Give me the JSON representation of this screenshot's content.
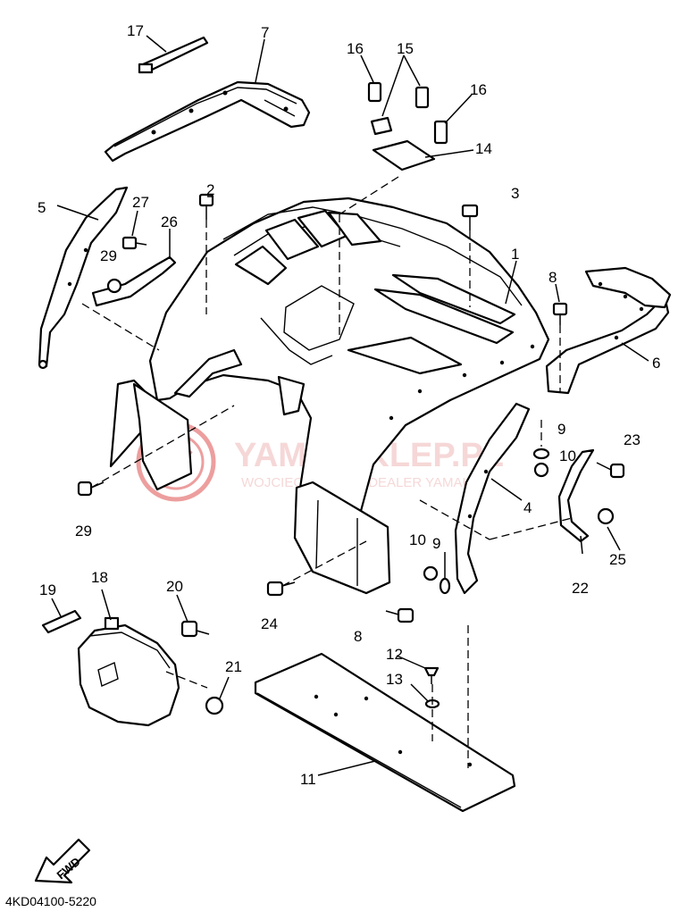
{
  "watermark": {
    "brand": "YAMA-SKLEP.PL",
    "subtitle": "WOJCIECHOWSKI | DEALER YAMAHA",
    "color": "#e05050"
  },
  "diagram_code": "4KD04100-5220",
  "direction_label": "FWD",
  "callouts": {
    "c1": "1",
    "c2": "2",
    "c3": "3",
    "c4": "4",
    "c5": "5",
    "c6": "6",
    "c7": "7",
    "c8a": "8",
    "c8b": "8",
    "c9a": "9",
    "c9b": "9",
    "c10a": "10",
    "c10b": "10",
    "c11": "11",
    "c12": "12",
    "c13": "13",
    "c14": "14",
    "c15": "15",
    "c16a": "16",
    "c16b": "16",
    "c17": "17",
    "c18": "18",
    "c19": "19",
    "c20": "20",
    "c21": "21",
    "c22": "22",
    "c23": "23",
    "c24": "24",
    "c25": "25",
    "c26": "26",
    "c27": "27",
    "c29a": "29",
    "c29b": "29"
  }
}
